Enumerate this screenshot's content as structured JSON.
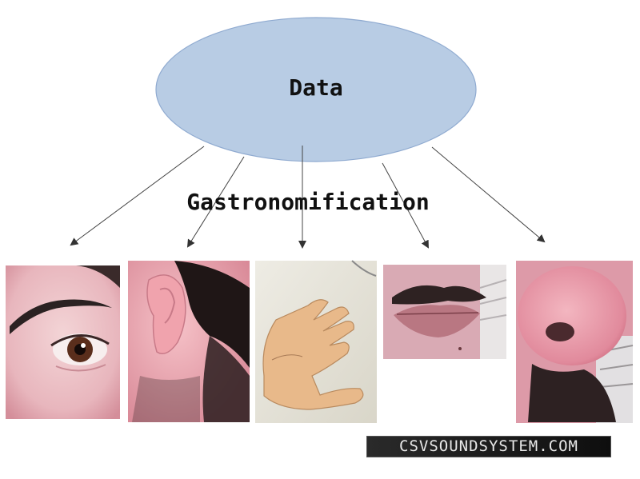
{
  "diagram": {
    "source_label": "Data",
    "process_label": "Gastronomification",
    "ellipse_fill": "#b8cce4",
    "ellipse_stroke": "#8faad0",
    "arrow_color": "#444444",
    "targets": [
      {
        "name": "eye",
        "icon": "eye-photo"
      },
      {
        "name": "ear",
        "icon": "ear-photo"
      },
      {
        "name": "hand",
        "icon": "hand-photo"
      },
      {
        "name": "mouth",
        "icon": "mouth-photo"
      },
      {
        "name": "nose",
        "icon": "nose-photo"
      }
    ]
  },
  "watermark": {
    "text": "CSVSOUNDSYSTEM.COM"
  }
}
